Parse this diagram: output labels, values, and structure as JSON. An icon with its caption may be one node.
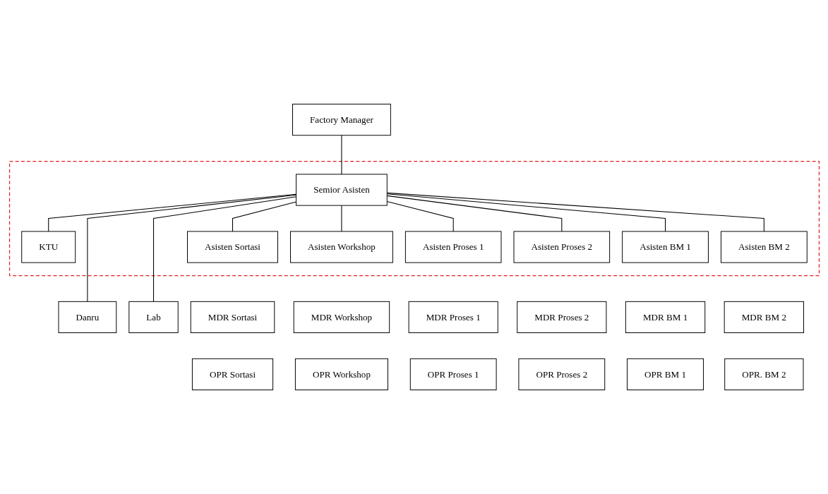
{
  "diagram": {
    "nodes": [
      {
        "text": [
          "Factory Manager"
        ]
      },
      {
        "text": [],
        "shape": "box"
      },
      {
        "text": [
          "Semior Asisten"
        ],
        "in": 1
      },
      {
        "text": [
          "KTU"
        ],
        "in": 1
      },
      {
        "text": [
          "Asisten Sortasi"
        ],
        "in": 1
      },
      {
        "text": [
          "Asisten Workshop"
        ],
        "in": 1
      },
      {
        "text": [
          "Asisten Proses 1"
        ],
        "in": 1
      },
      {
        "text": [
          "Asisten Proses 2"
        ],
        "in": 1
      },
      {
        "text": [
          "Asisten BM 1"
        ],
        "in": 1
      },
      {
        "text": [
          "Asisten BM 2"
        ],
        "in": 1
      },
      {
        "text": [
          "Danru"
        ]
      },
      {
        "text": [
          "Lab"
        ]
      },
      {
        "text": [
          "MDR Sortasi"
        ]
      },
      {
        "text": [
          "MDR Workshop"
        ]
      },
      {
        "text": [
          "MDR Proses 1"
        ]
      },
      {
        "text": [
          "MDR Proses 2"
        ]
      },
      {
        "text": [
          "MDR BM 1"
        ]
      },
      {
        "text": [
          "MDR BM 2"
        ]
      },
      {
        "text": [
          "OPR Sortasi"
        ]
      },
      {
        "text": [
          "OPR Workshop"
        ]
      },
      {
        "text": [
          "OPR Proses 1"
        ]
      },
      {
        "text": [
          "OPR Proses 2"
        ]
      },
      {
        "text": [
          "OPR BM 1"
        ]
      },
      {
        "text": [
          "OPR. BM 2"
        ]
      }
    ],
    "edges": [
      {
        "from": 0,
        "to": 2,
        "arrow": "none"
      },
      {
        "from": 2,
        "to": 3,
        "arrow": "none"
      },
      {
        "from": 2,
        "to": 10,
        "arrow": "none"
      },
      {
        "from": 2,
        "to": 4,
        "arrow": "none"
      },
      {
        "from": 2,
        "to": 5,
        "arrow": "none"
      },
      {
        "from": 2,
        "to": 6,
        "arrow": "none"
      },
      {
        "from": 2,
        "to": 7,
        "arrow": "none"
      },
      {
        "from": 2,
        "to": 8,
        "arrow": "none"
      },
      {
        "from": 2,
        "to": 9,
        "arrow": "none"
      },
      {
        "from": 2,
        "to": 11,
        "arrow": "none"
      }
    ]
  }
}
